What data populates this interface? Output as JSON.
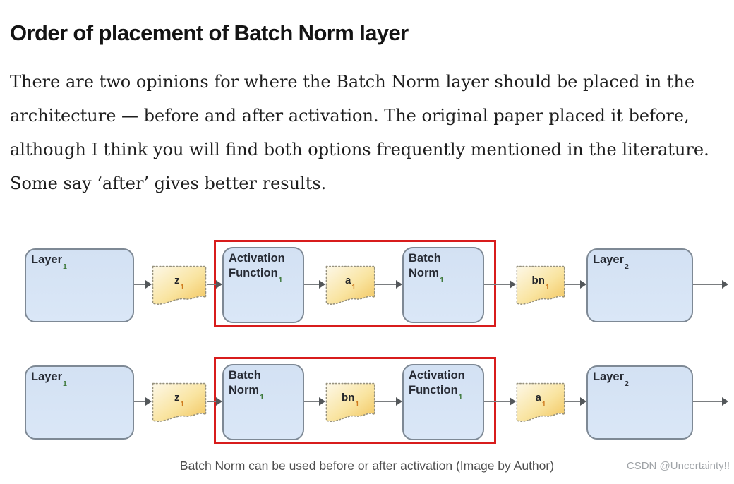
{
  "heading": "Order of placement of Batch Norm layer",
  "paragraph": "There are two opinions for where the Batch Norm layer should be placed in the architecture — before and after activation. The original paper placed it before, although I think you will find both options frequently mentioned in the literature. Some say ‘after’ gives better results.",
  "diagram": {
    "row1": {
      "layer_in": {
        "text": "Layer",
        "sub": "1"
      },
      "doc_in": {
        "text": "z",
        "sub": "1"
      },
      "box_a": {
        "line1": "Activation",
        "line2": "Function",
        "sub": "1"
      },
      "doc_mid": {
        "text": "a",
        "sub": "1"
      },
      "box_b": {
        "line1": "Batch",
        "line2": "Norm",
        "sub": "1"
      },
      "doc_out": {
        "text": "bn",
        "sub": "1"
      },
      "layer_out": {
        "text": "Layer",
        "sub": "2"
      }
    },
    "row2": {
      "layer_in": {
        "text": "Layer",
        "sub": "1"
      },
      "doc_in": {
        "text": "z",
        "sub": "1"
      },
      "box_a": {
        "line1": "Batch",
        "line2": "Norm",
        "sub": "1"
      },
      "doc_mid": {
        "text": "bn",
        "sub": "1"
      },
      "box_b": {
        "line1": "Activation",
        "line2": "Function",
        "sub": "1"
      },
      "doc_out": {
        "text": "a",
        "sub": "1"
      },
      "layer_out": {
        "text": "Layer",
        "sub": "2"
      }
    }
  },
  "caption": {
    "text": "Batch Norm can be used before or after activation (Image by Author)",
    "watermark": "CSDN @Uncertainty!!"
  },
  "colors": {
    "box_fill": "#d7e4f4",
    "box_border": "#7e8995",
    "doc_fill_light": "#fdf8e8",
    "doc_fill_dark": "#f2c45c",
    "group_outline": "#d81c1c",
    "arrow": "#7a7d80",
    "heading_text": "#141414",
    "caption_text": "#4e4e4e",
    "watermark_text": "#9fa3a7"
  }
}
